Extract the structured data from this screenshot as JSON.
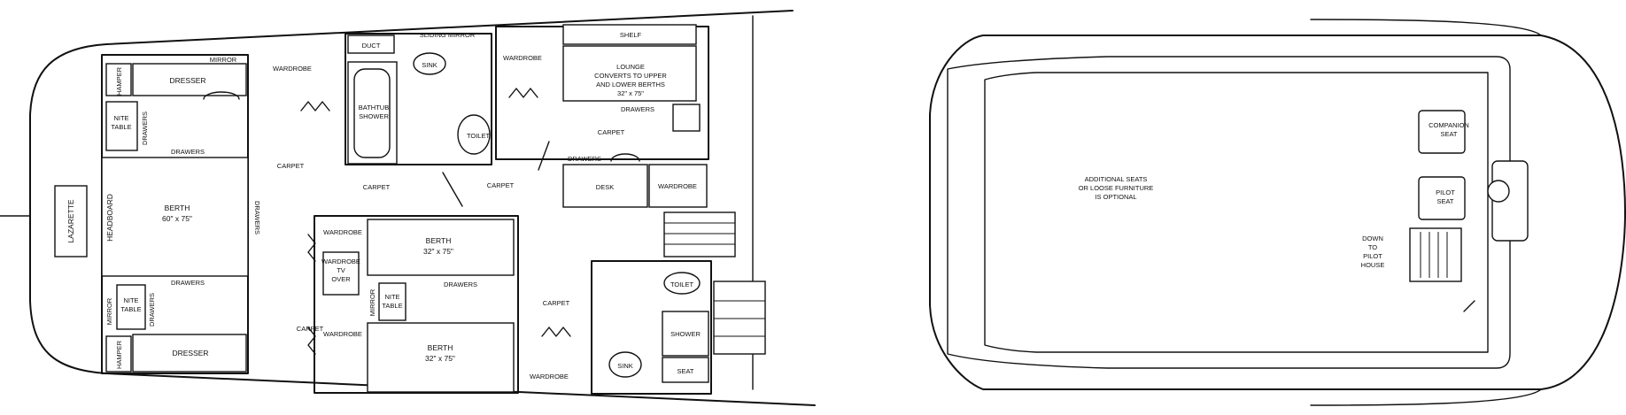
{
  "lower_deck": {
    "lazarette": "LAZARETTE",
    "hamper": "HAMPER",
    "dresser": "DRESSER",
    "mirror": "MIRROR",
    "nite_table": [
      "NITE",
      "TABLE"
    ],
    "drawers": "DRAWERS",
    "headboard": "HEADBOARD",
    "berth": "BERTH",
    "berth_main_size": "60\" x 75\"",
    "berth_small_size": "32\" x 75\"",
    "wardrobe": "WARDROBE",
    "carpet": "CARPET",
    "duct": "DUCT",
    "sliding_mirror": "SLIDING MIRROR",
    "sink": "SINK",
    "bathtub_shower": [
      "BATHTUB",
      "SHOWER"
    ],
    "toilet": "TOILET",
    "shelf": "SHELF",
    "lounge": [
      "LOUNGE",
      "CONVERTS TO UPPER",
      "AND LOWER BERTHS",
      "32\" x 75\""
    ],
    "desk": "DESK",
    "wardrobe_tv": [
      "WARDROBE",
      "TV",
      "OVER"
    ],
    "shower": "SHOWER",
    "seat": "SEAT"
  },
  "upper_deck": {
    "additional_seats": [
      "ADDITIONAL SEATS",
      "OR LOOSE FURNITURE",
      "IS OPTIONAL"
    ],
    "companion_seat": [
      "COMPANION",
      "SEAT"
    ],
    "pilot_seat": [
      "PILOT",
      "SEAT"
    ],
    "down_to_pilot_house": [
      "DOWN",
      "TO",
      "PILOT",
      "HOUSE"
    ]
  }
}
